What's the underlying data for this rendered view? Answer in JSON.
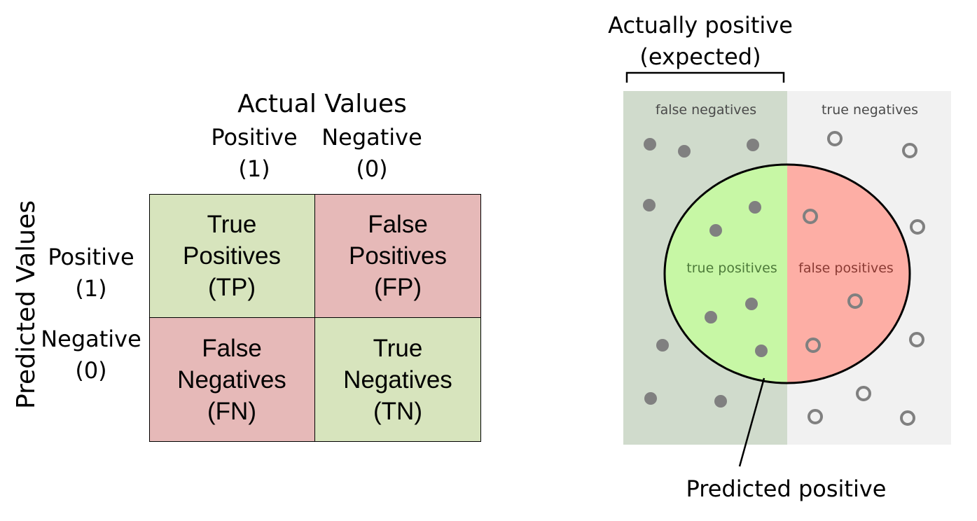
{
  "matrix": {
    "actual_title": "Actual Values",
    "predicted_title": "Predicted Values",
    "col_positive": [
      "Positive",
      "(1)"
    ],
    "col_negative": [
      "Negative",
      "(0)"
    ],
    "row_positive": [
      "Positive",
      "(1)"
    ],
    "row_negative": [
      "Negative",
      "(0)"
    ],
    "tp": [
      "True",
      "Positives",
      "(TP)"
    ],
    "fp": [
      "False",
      "Positives",
      "(FP)"
    ],
    "fn": [
      "False",
      "Negatives",
      "(FN)"
    ],
    "tn": [
      "True",
      "Negatives",
      "(TN)"
    ]
  },
  "venn": {
    "actually_positive": [
      "Actually positive",
      "(expected)"
    ],
    "false_negatives": "false negatives",
    "true_negatives": "true negatives",
    "true_positives": "true positives",
    "false_positives": "false positives",
    "predicted_positive": "Predicted positive"
  },
  "colors": {
    "cell_green": "#d7e4bd",
    "cell_red": "#e6b9b8",
    "left_panel": "#d0dbcc",
    "right_panel": "#f1f1f1",
    "circle_green": "#c7f7a5",
    "circle_red": "#fdaea5",
    "dot": "#808080"
  }
}
